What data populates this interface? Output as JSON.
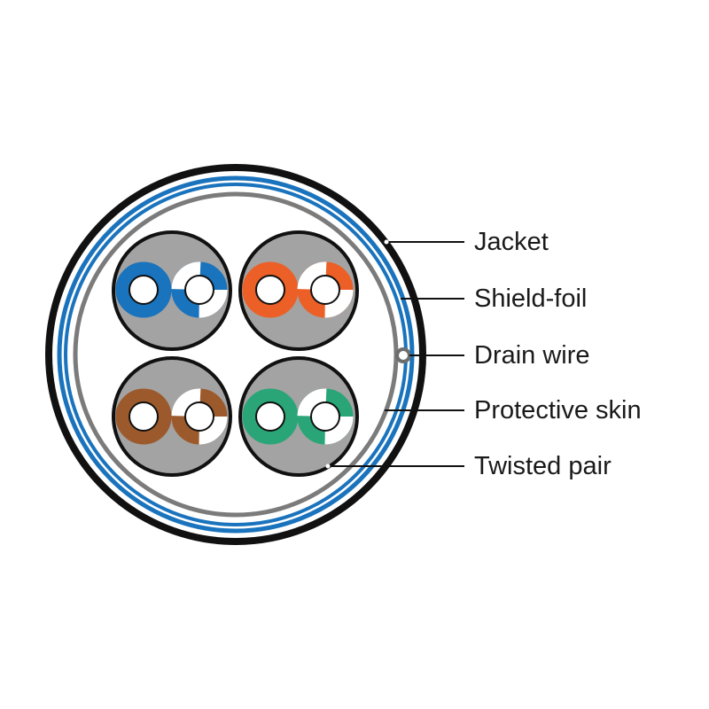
{
  "labels": {
    "jacket": "Jacket",
    "shield_foil": "Shield-foil",
    "drain_wire": "Drain wire",
    "protective_skin": "Protective skin",
    "twisted_pair": "Twisted pair"
  },
  "colors": {
    "jacket": "#111111",
    "shield_foil": "#1a73bd",
    "protective_skin": "#7b7b7b",
    "pair_fill": "#a3a3a3",
    "pair_blue": "#1a73bd",
    "pair_orange": "#ec5f26",
    "pair_brown": "#9c5a2c",
    "pair_green": "#2aa577"
  }
}
